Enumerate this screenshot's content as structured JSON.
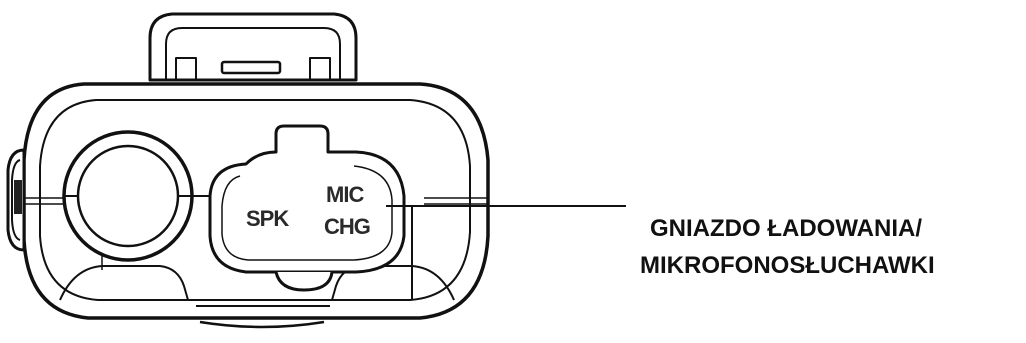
{
  "ports": {
    "speaker_label": "SPK",
    "mic_label": "MIC",
    "charge_label": "CHG"
  },
  "callout": {
    "line1": "GNIAZDO ŁADOWANIA/",
    "line2": "MIKROFONOSŁUCHAWKI"
  }
}
